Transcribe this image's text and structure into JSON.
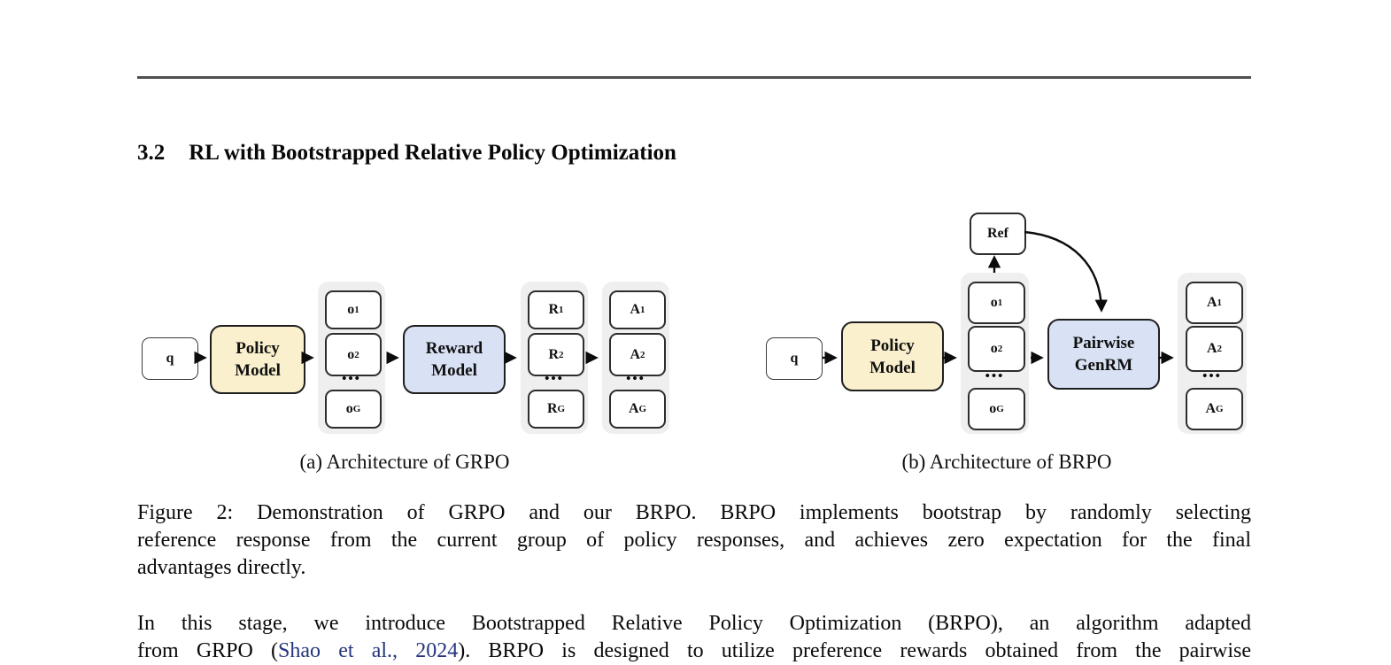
{
  "heading": {
    "number": "3.2",
    "title": "RL with Bootstrapped Relative Policy Optimization"
  },
  "grpo": {
    "caption": "(a) Architecture of GRPO",
    "query_label": "q",
    "policy_model": [
      "Policy",
      "Model"
    ],
    "reward_model": [
      "Reward",
      "Model"
    ],
    "dots": "•••",
    "outputs": [
      {
        "base": "o",
        "sub": "1"
      },
      {
        "base": "o",
        "sub": "2"
      },
      {
        "base": "o",
        "sub": "G"
      }
    ],
    "rewards": [
      {
        "base": "R",
        "sub": "1"
      },
      {
        "base": "R",
        "sub": "2"
      },
      {
        "base": "R",
        "sub": "G"
      }
    ],
    "advantages": [
      {
        "base": "A",
        "sub": "1"
      },
      {
        "base": "A",
        "sub": "2"
      },
      {
        "base": "A",
        "sub": "G"
      }
    ]
  },
  "brpo": {
    "caption": "(b) Architecture of BRPO",
    "query_label": "q",
    "policy_model": [
      "Policy",
      "Model"
    ],
    "ref_label": "Ref",
    "genrm": [
      "Pairwise",
      "GenRM"
    ],
    "dots": "•••",
    "outputs": [
      {
        "base": "o",
        "sub": "1"
      },
      {
        "base": "o",
        "sub": "2"
      },
      {
        "base": "o",
        "sub": "G"
      }
    ],
    "advantages": [
      {
        "base": "A",
        "sub": "1"
      },
      {
        "base": "A",
        "sub": "2"
      },
      {
        "base": "A",
        "sub": "G"
      }
    ]
  },
  "figure_caption": {
    "line1": "Figure 2: Demonstration of GRPO and our BRPO. BRPO implements bootstrap by randomly selecting",
    "line2": "reference response from the current group of policy responses, and achieves zero expectation for the final",
    "line3": "advantages directly."
  },
  "body": {
    "line1": "In this stage, we introduce Bootstrapped Relative Policy Optimization (BRPO), an algorithm adapted",
    "line2_pre": "from GRPO (",
    "citation": "Shao et al., 2024",
    "line2_post": "). BRPO is designed to utilize preference rewards obtained from the pairwise"
  },
  "colors": {
    "policy_fill": "#faf0cd",
    "reward_fill": "#d9e2f4",
    "panel_fill": "#efefef",
    "citation": "#24357d",
    "rule": "#4f4f4f"
  }
}
